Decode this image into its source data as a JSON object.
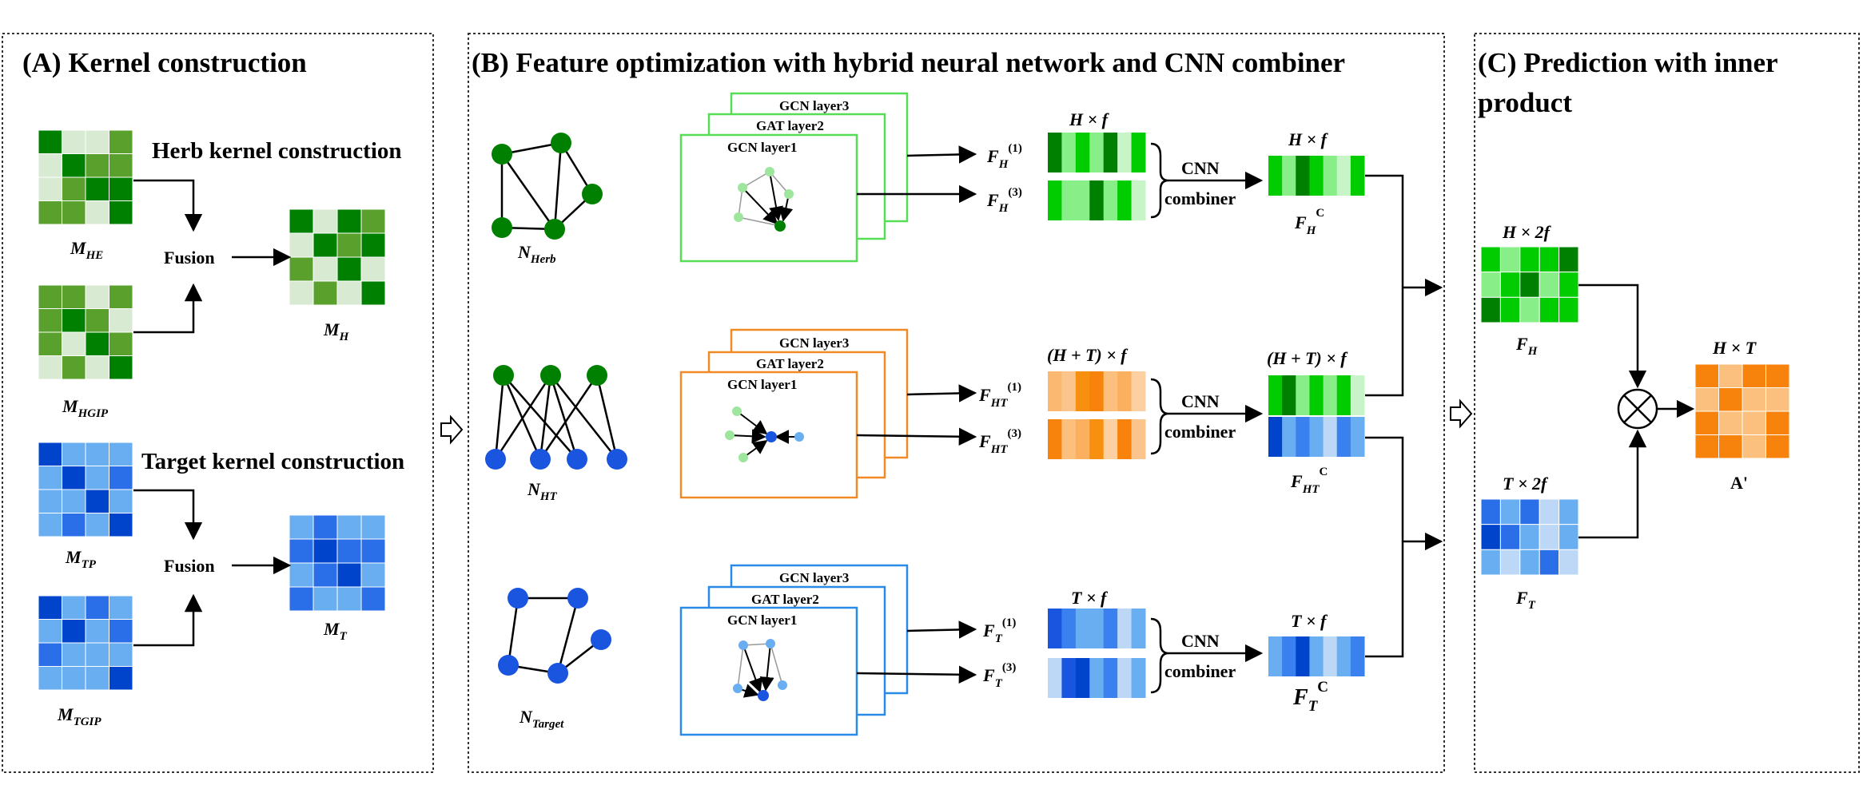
{
  "colors": {
    "green_dark": "#008000",
    "green_mid": "#5aa02c",
    "green_light": "#d9ead3",
    "green_bright": "#00cc00",
    "green_pale": "#88ee88",
    "blue_dark": "#0044cc",
    "blue_mid": "#2a6ee8",
    "blue_light": "#6aaef2",
    "blue_pale": "#bcd8f6",
    "orange_dark": "#f7820c",
    "orange_light": "#fbc07e",
    "node_green": "#008000",
    "node_blue": "#1a55e0",
    "node_green_light": "#9ee59e",
    "node_blue_light": "#6aaef2",
    "box_green": "#55dd55",
    "box_orange": "#f08a24",
    "box_blue": "#2a8ae8"
  },
  "panelA": {
    "title": "(A) Kernel construction",
    "herb_title": "Herb kernel construction",
    "target_title": "Target kernel construction",
    "fusion": "Fusion",
    "m_he": {
      "base": "M",
      "sub": "HE"
    },
    "m_hgip": {
      "base": "M",
      "sub": "HGIP"
    },
    "m_h": {
      "base": "M",
      "sub": "H"
    },
    "m_tp": {
      "base": "M",
      "sub": "TP"
    },
    "m_tgip": {
      "base": "M",
      "sub": "TGIP"
    },
    "m_t": {
      "base": "M",
      "sub": "T"
    }
  },
  "panelB": {
    "title": "(B) Feature optimization with hybrid neural network and CNN combiner",
    "gcn_layer3": "GCN layer3",
    "gat_layer2": "GAT layer2",
    "gcn_layer1": "GCN layer1",
    "n_herb": {
      "base": "N",
      "sub": "Herb"
    },
    "n_ht": {
      "base": "N",
      "sub": "HT"
    },
    "n_target": {
      "base": "N",
      "sub": "Target"
    },
    "cnn": "CNN",
    "combiner": "combiner",
    "h_f": "H × f",
    "ht_f": "(H + T) × f",
    "t_f": "T × f",
    "f": "F",
    "sub_h": "H",
    "sub_ht": "HT",
    "sub_t": "T",
    "sup1": "(1)",
    "sup3": "(3)",
    "sup_c": "C"
  },
  "panelC": {
    "title_line1": "(C) Prediction with inner",
    "title_line2": "product",
    "h_2f": "H × 2f",
    "t_2f": "T × 2f",
    "h_t": "H × T",
    "f_h": {
      "base": "F",
      "sub": "H"
    },
    "f_t": {
      "base": "F",
      "sub": "T"
    },
    "a_prime": "A'"
  }
}
